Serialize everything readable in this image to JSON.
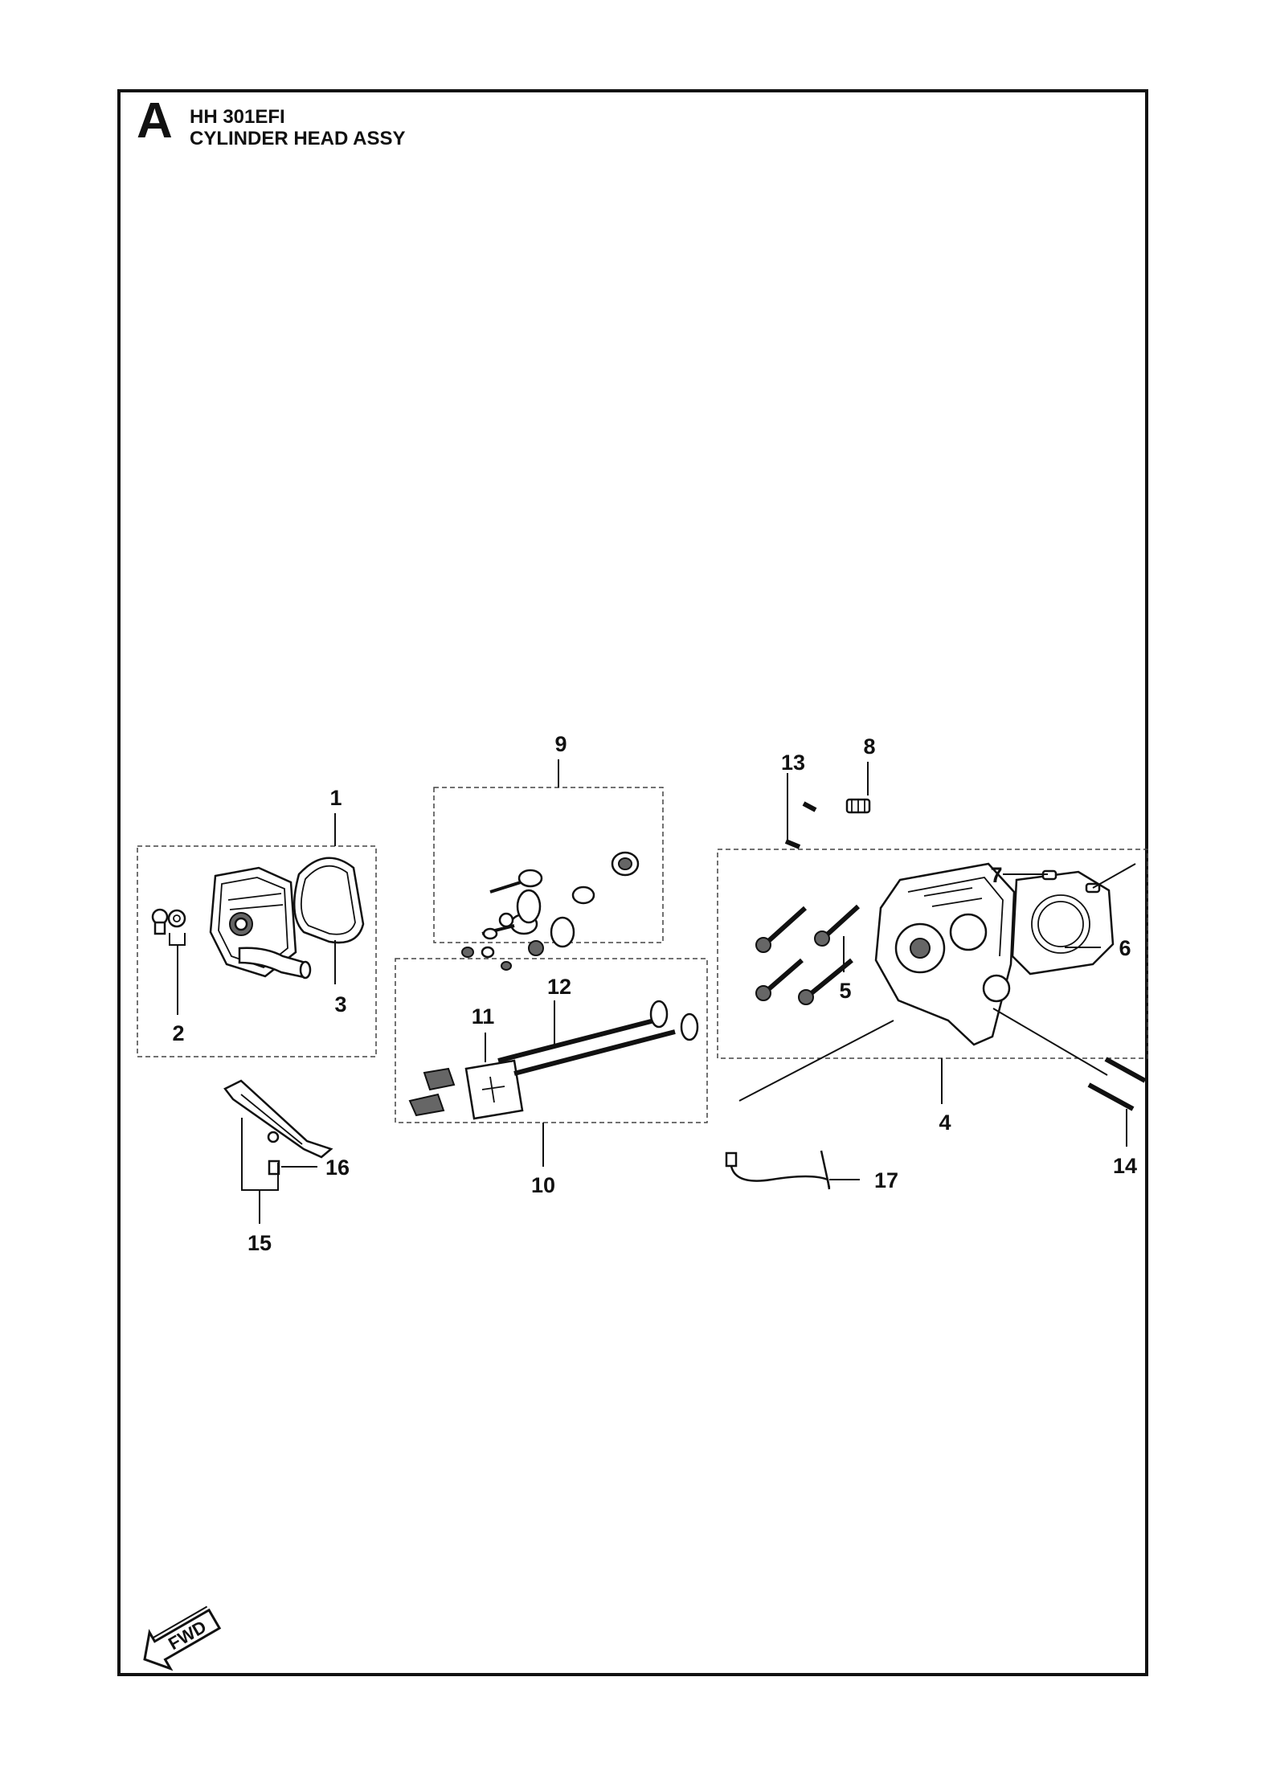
{
  "header": {
    "section_letter": "A",
    "model": "HH 301EFI",
    "title": "CYLINDER HEAD ASSY"
  },
  "callouts": [
    {
      "id": "1",
      "label": "1"
    },
    {
      "id": "2",
      "label": "2"
    },
    {
      "id": "3",
      "label": "3"
    },
    {
      "id": "4",
      "label": "4"
    },
    {
      "id": "5",
      "label": "5"
    },
    {
      "id": "6",
      "label": "6"
    },
    {
      "id": "7",
      "label": "7"
    },
    {
      "id": "8",
      "label": "8"
    },
    {
      "id": "9",
      "label": "9"
    },
    {
      "id": "10",
      "label": "10"
    },
    {
      "id": "11",
      "label": "11"
    },
    {
      "id": "12",
      "label": "12"
    },
    {
      "id": "13",
      "label": "13"
    },
    {
      "id": "14",
      "label": "14"
    },
    {
      "id": "15",
      "label": "15"
    },
    {
      "id": "16",
      "label": "16"
    },
    {
      "id": "17",
      "label": "17"
    }
  ],
  "fwd_indicator": {
    "label": "FWD",
    "icon": "forward-arrow-icon"
  },
  "colors": {
    "line": "#111111",
    "background": "#ffffff"
  }
}
